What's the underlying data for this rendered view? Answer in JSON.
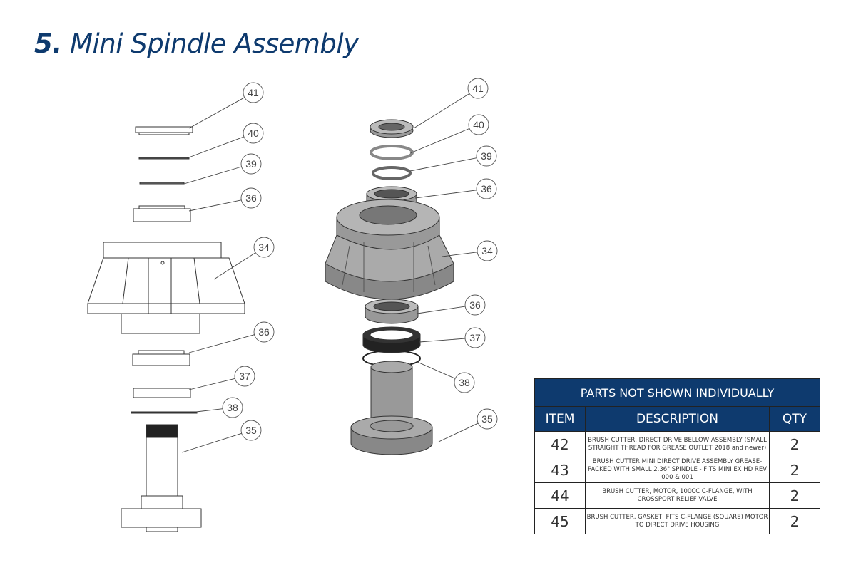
{
  "title": {
    "number": "5.",
    "text": "Mini Spindle Assembly"
  },
  "left_callouts": [
    "41",
    "40",
    "39",
    "36",
    "34",
    "36",
    "37",
    "38",
    "35"
  ],
  "right_callouts": [
    "41",
    "40",
    "39",
    "36",
    "34",
    "36",
    "37",
    "38",
    "35"
  ],
  "parts_table": {
    "caption": "PARTS NOT SHOWN INDIVIDUALLY",
    "headers": {
      "item": "ITEM",
      "description": "DESCRIPTION",
      "qty": "QTY"
    },
    "rows": [
      {
        "item": "42",
        "description": "BRUSH CUTTER, DIRECT DRIVE BELLOW ASSEMBLY (SMALL STRAIGHT THREAD FOR GREASE OUTLET 2018 and newer)",
        "qty": "2"
      },
      {
        "item": "43",
        "description": "BRUSH CUTTER MINI DIRECT DRIVE ASSEMBLY GREASE-PACKED WITH SMALL 2.36\" SPINDLE - FITS MINI EX HD REV 000 & 001",
        "qty": "2"
      },
      {
        "item": "44",
        "description": "BRUSH CUTTER, MOTOR, 100CC C-FLANGE, WITH CROSSPORT RELIEF VALVE",
        "qty": "2"
      },
      {
        "item": "45",
        "description": "BRUSH CUTTER, GASKET, FITS C-FLANGE (SQUARE) MOTOR TO DIRECT DRIVE HOUSING",
        "qty": "2"
      }
    ]
  },
  "colors": {
    "brand": "#0e3a6e"
  }
}
